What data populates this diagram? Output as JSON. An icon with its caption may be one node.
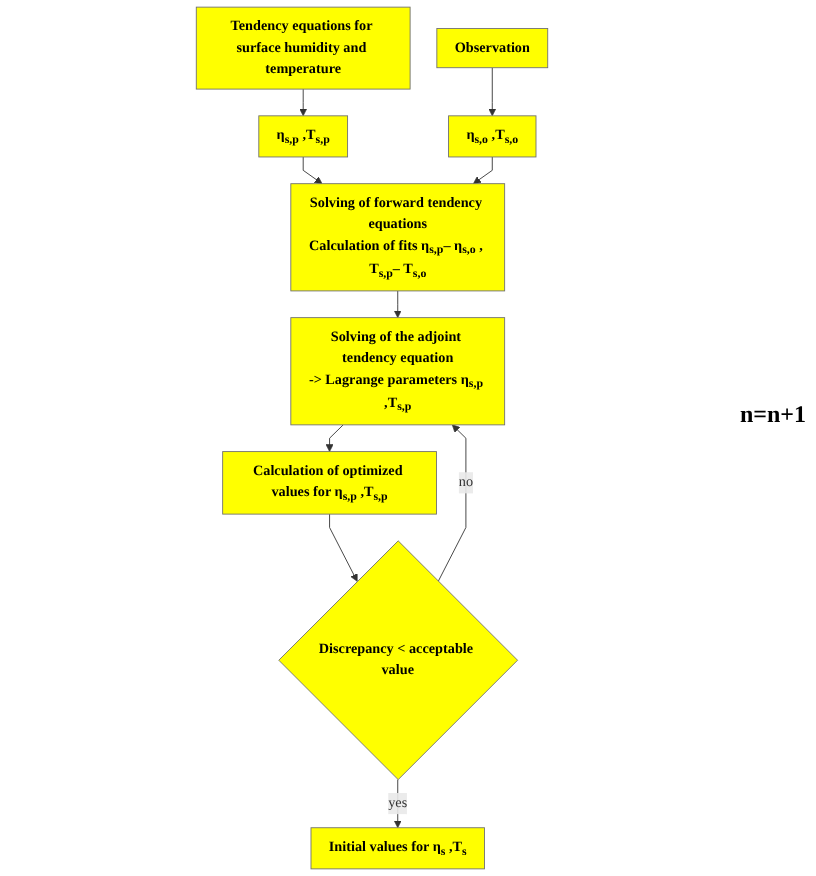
{
  "diagram": {
    "nodes": [
      {
        "text": [
          "Tendency equations for surface humidity and temperature"
        ]
      },
      {
        "text": [
          "Observation"
        ]
      },
      {
        "text": [
          "η$_{s,p}$ ,T$_{s,p}$"
        ]
      },
      {
        "text": [
          "η$_{s,o}$ ,T$_{s,o}$"
        ]
      },
      {
        "text": [
          "Solving of forward tendency equations",
          "Calculation of fits η$_{s,p}$– η$_{s,o}$ , T$_{s,p}$– T$_{s,o}$"
        ]
      },
      {
        "text": [
          "Solving of the adjoint tendency equation",
          "-> Lagrange parameters η$_{s,p}$ ,T$_{s,p}$"
        ]
      },
      {
        "text": [
          "Calculation of optimized values for η$_{s,p}$ ,T$_{s,p}$"
        ]
      },
      {
        "text": [
          "Discrepancy < acceptable value"
        ]
      },
      {
        "text": [
          "Initial values for η$_{s}$ ,T$_{s}$"
        ]
      }
    ],
    "edges": [
      {
        "from": 0,
        "to": 2,
        "arrow": "to"
      },
      {
        "from": 1,
        "to": 3,
        "arrow": "to"
      },
      {
        "from": 2,
        "to": 4,
        "arrow": "to"
      },
      {
        "from": 3,
        "to": 4,
        "arrow": "to"
      },
      {
        "from": 4,
        "to": 5,
        "arrow": "to"
      },
      {
        "from": 5,
        "to": 6,
        "arrow": "to"
      },
      {
        "from": 6,
        "to": 7,
        "arrow": "to"
      },
      {
        "from": 7,
        "to": 5,
        "arrow": "to",
        "label": "no"
      },
      {
        "from": 7,
        "to": 8,
        "arrow": "to",
        "label": "yes"
      }
    ],
    "labels": [
      "n=n+1"
    ]
  }
}
